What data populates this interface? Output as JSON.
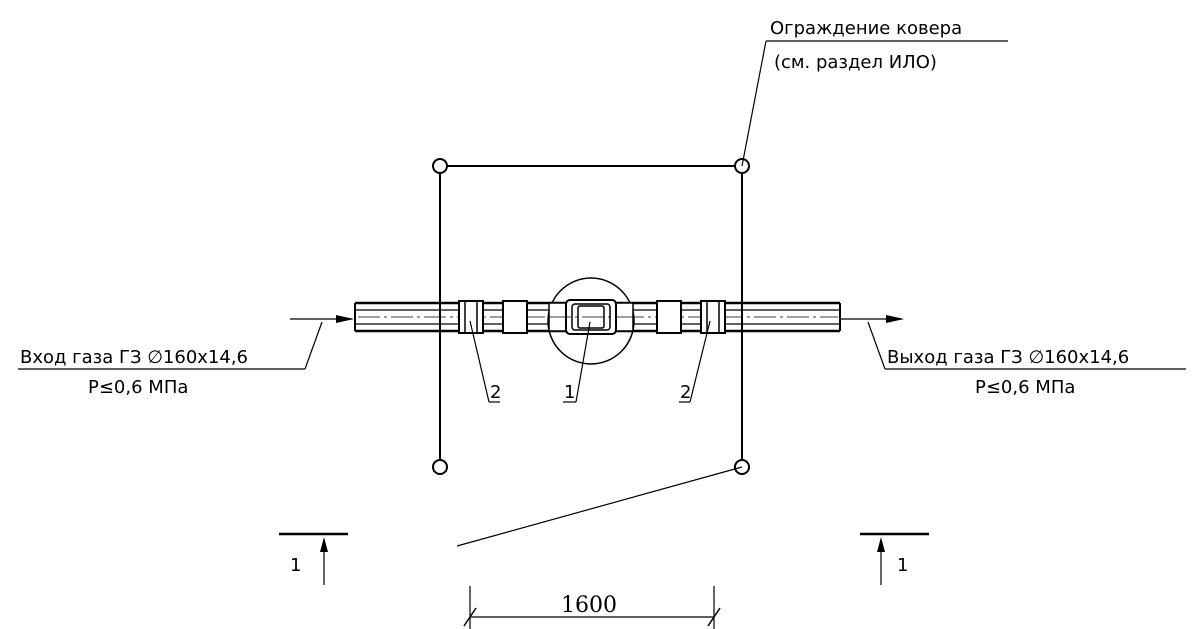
{
  "labels": {
    "fence_line1": "Ограждение ковера",
    "fence_line2": "(см. раздел ИЛО)",
    "inlet_line1": "Вход газа ГЗ ∅160х14,6",
    "inlet_line2": "Р≤0,6 МПа",
    "outlet_line1": "Выход газа ГЗ ∅160х14,6",
    "outlet_line2": "Р≤0,6 МПа",
    "pos_1": "1",
    "pos_2_left": "2",
    "pos_2_right": "2",
    "section_left": "1",
    "section_right": "1",
    "dimension": "1600"
  }
}
